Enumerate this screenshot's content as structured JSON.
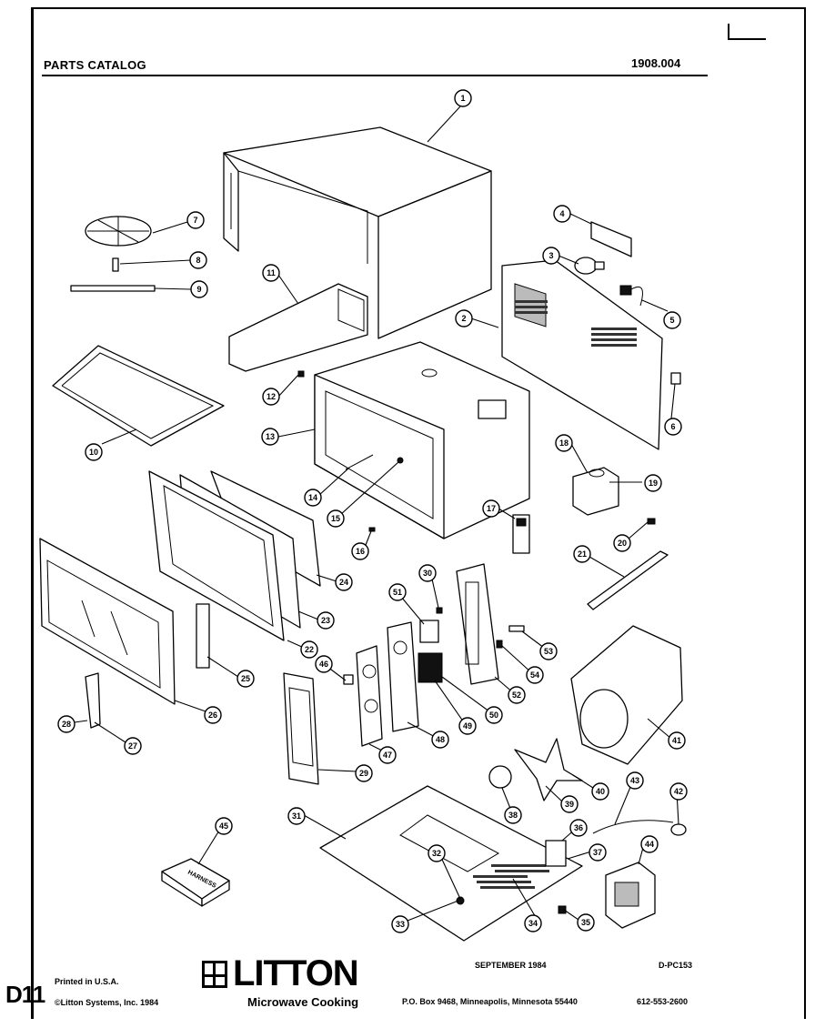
{
  "header": {
    "title": "PARTS CATALOG",
    "number": "1908.004"
  },
  "callouts": [
    "1",
    "2",
    "3",
    "4",
    "5",
    "6",
    "7",
    "8",
    "9",
    "10",
    "11",
    "12",
    "13",
    "14",
    "15",
    "16",
    "17",
    "18",
    "19",
    "20",
    "21",
    "22",
    "23",
    "24",
    "25",
    "26",
    "27",
    "28",
    "29",
    "30",
    "31",
    "32",
    "33",
    "34",
    "35",
    "36",
    "37",
    "38",
    "39",
    "40",
    "41",
    "42",
    "43",
    "44",
    "45",
    "46",
    "47",
    "48",
    "49",
    "50",
    "51",
    "52",
    "53",
    "54"
  ],
  "labels": {
    "harness": "HARNESS"
  },
  "footer": {
    "page_code": "D11",
    "printed": "Printed in U.S.A.",
    "copyright": "©Litton Systems, Inc. 1984",
    "brand": "LITTON",
    "brand_sub": "Microwave Cooking",
    "date": "SEPTEMBER 1984",
    "doc_id": "D-PC153",
    "address": "P.O. Box 9468, Minneapolis, Minnesota 55440",
    "phone": "612-553-2600"
  }
}
